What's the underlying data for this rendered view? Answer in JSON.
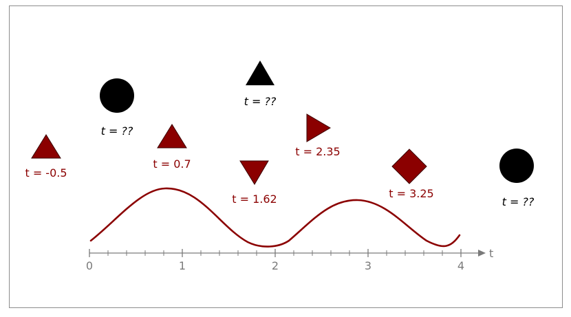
{
  "figure": {
    "markers": [
      {
        "id": "red-triangle-up-a",
        "shape": "triangle-up",
        "color": "#8b0000",
        "label": "t = -0.5"
      },
      {
        "id": "black-circle-a",
        "shape": "circle",
        "color": "#000000",
        "label": "t = ??"
      },
      {
        "id": "red-triangle-up-b",
        "shape": "triangle-up",
        "color": "#8b0000",
        "label": "t = 0.7"
      },
      {
        "id": "black-triangle-up",
        "shape": "triangle-up",
        "color": "#000000",
        "label": "t = ??"
      },
      {
        "id": "red-triangle-down",
        "shape": "triangle-down",
        "color": "#8b0000",
        "label": "t = 1.62"
      },
      {
        "id": "red-triangle-right",
        "shape": "triangle-right",
        "color": "#8b0000",
        "label": "t = 2.35"
      },
      {
        "id": "red-diamond",
        "shape": "diamond",
        "color": "#8b0000",
        "label": "t = 3.25"
      },
      {
        "id": "black-circle-b",
        "shape": "circle",
        "color": "#000000",
        "label": "t = ??"
      }
    ],
    "axis": {
      "label": "t",
      "ticks": [
        "0",
        "1",
        "2",
        "3",
        "4"
      ],
      "color": "#7a7a7a"
    },
    "curve": {
      "color": "#8b0000"
    }
  }
}
